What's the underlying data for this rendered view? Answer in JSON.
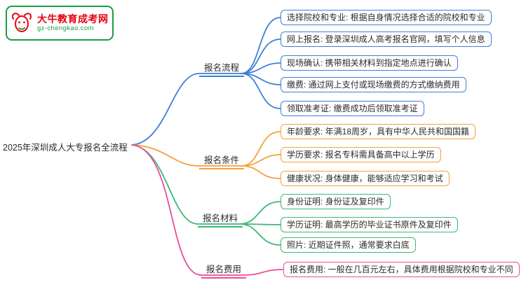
{
  "logo": {
    "title": "大牛教育成考网",
    "subtitle": "gz-chengkao.com"
  },
  "root": {
    "label": "2025年深圳成人大专报名全流程"
  },
  "colors": {
    "process": "#3f7fd5",
    "conditions": "#f2a33c",
    "materials": "#3cb878",
    "fees": "#ea4c9c",
    "logo_green": "#1a9e43",
    "logo_red": "#e60012"
  },
  "branches": [
    {
      "label": "报名流程",
      "color": "#3f7fd5",
      "items": [
        "选择院校和专业: 根据自身情况选择合适的院校和专业",
        "网上报名: 登录深圳成人高考报名官网，填写个人信息",
        "现场确认: 携带相关材料到指定地点进行确认",
        "缴费: 通过网上支付或现场缴费的方式缴纳费用",
        "领取准考证: 缴费成功后领取准考证"
      ]
    },
    {
      "label": "报名条件",
      "color": "#f2a33c",
      "items": [
        "年龄要求: 年满18周岁，具有中华人民共和国国籍",
        "学历要求: 报名专科需具备高中以上学历",
        "健康状况: 身体健康，能够适应学习和考试"
      ]
    },
    {
      "label": "报名材料",
      "color": "#3cb878",
      "items": [
        "身份证明: 身份证及复印件",
        "学历证明: 最高学历的毕业证书原件及复印件",
        "照片: 近期证件照，通常要求白底"
      ]
    },
    {
      "label": "报名费用",
      "color": "#ea4c9c",
      "items": [
        "报名费用: 一般在几百元左右，具体费用根据院校和专业不同"
      ]
    }
  ]
}
